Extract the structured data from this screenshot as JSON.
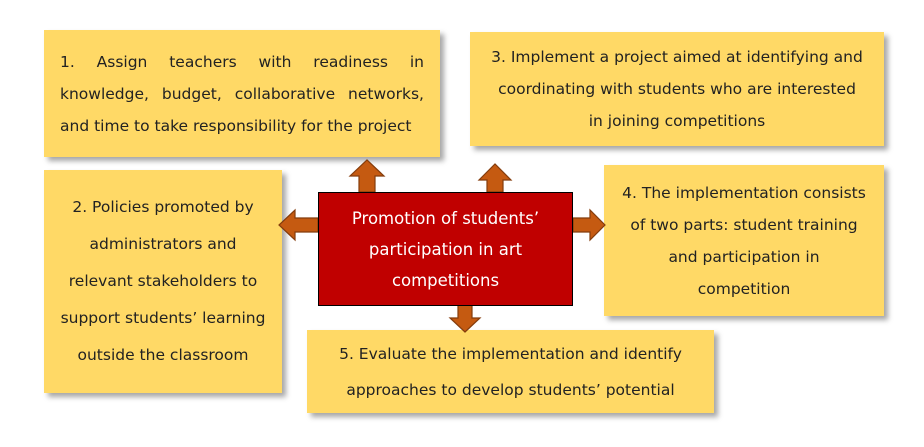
{
  "center": {
    "title": "Promotion of students’ participation in art competitions"
  },
  "boxes": [
    {
      "text": "1. Assign teachers with readiness in knowledge, budget, collaborative networks, and time to take responsibility for the project"
    },
    {
      "text": "2. Policies promoted by administrators and relevant stakeholders to support students’ learning outside the classroom"
    },
    {
      "text": "3. Implement a project aimed at identifying and coordinating with students who are interested in joining competitions"
    },
    {
      "text": "4. The implementation consists of two parts: student training and participation in competition"
    },
    {
      "text": "5. Evaluate the implementation and identify approaches to develop students’ potential"
    }
  ],
  "colors": {
    "box": "#FFD966",
    "center": "#C00000",
    "arrow": "#C55A11"
  }
}
